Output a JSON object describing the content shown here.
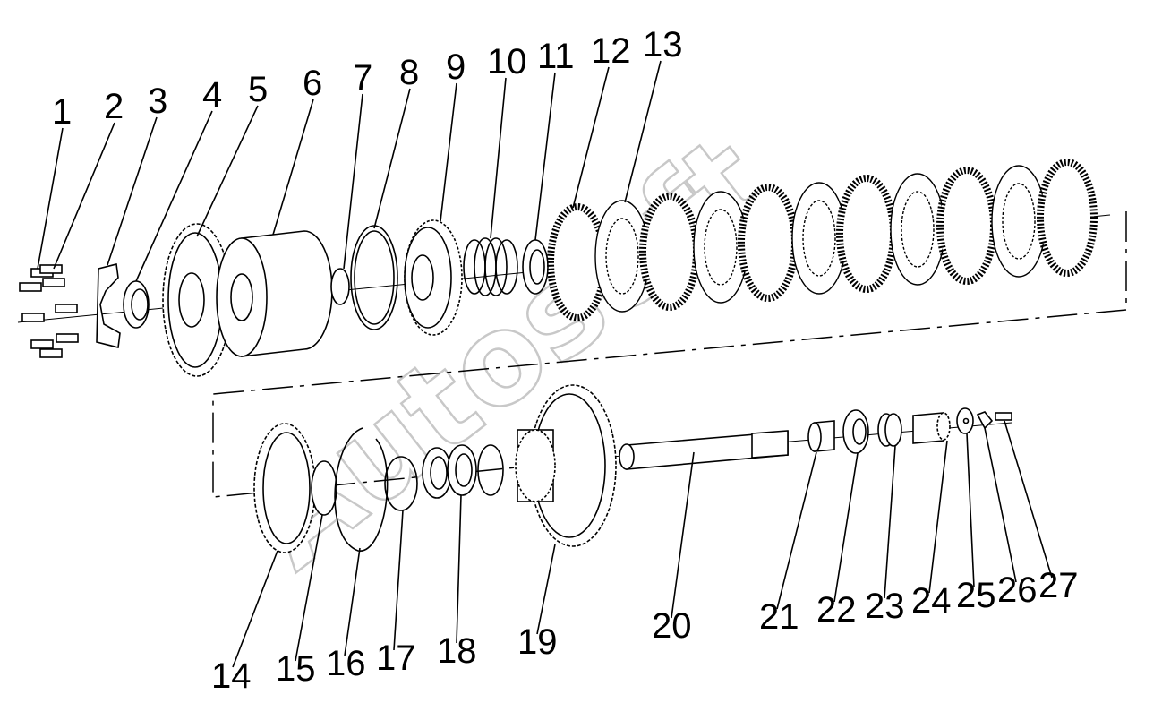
{
  "diagram": {
    "watermark": "Autosoft",
    "callouts": [
      {
        "n": "1"
      },
      {
        "n": "2"
      },
      {
        "n": "3"
      },
      {
        "n": "4"
      },
      {
        "n": "5"
      },
      {
        "n": "6"
      },
      {
        "n": "7"
      },
      {
        "n": "8"
      },
      {
        "n": "9"
      },
      {
        "n": "10"
      },
      {
        "n": "11"
      },
      {
        "n": "12"
      },
      {
        "n": "13"
      },
      {
        "n": "14"
      },
      {
        "n": "15"
      },
      {
        "n": "16"
      },
      {
        "n": "17"
      },
      {
        "n": "18"
      },
      {
        "n": "19"
      },
      {
        "n": "20"
      },
      {
        "n": "21"
      },
      {
        "n": "22"
      },
      {
        "n": "23"
      },
      {
        "n": "24"
      },
      {
        "n": "25"
      },
      {
        "n": "26"
      },
      {
        "n": "27"
      }
    ],
    "colors": {
      "line": "#000000",
      "background": "#ffffff",
      "watermark": "#c8c8c8"
    }
  }
}
